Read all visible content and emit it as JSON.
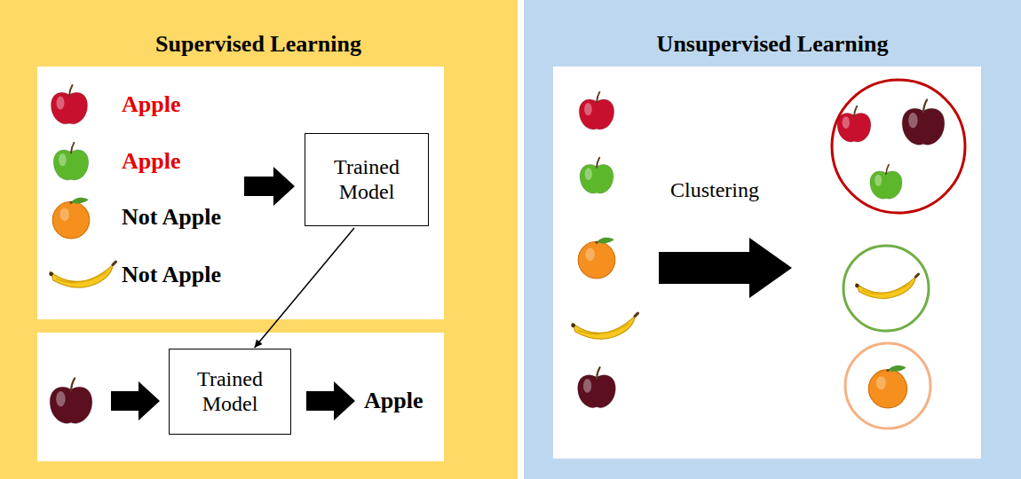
{
  "diagram": {
    "nodes": [
      {
        "text": [
          "Supervised Learning"
        ]
      },
      {
        "text": [
          "Apple",
          "Apple",
          "Not Apple",
          "Not Apple"
        ],
        "in": 0
      },
      {
        "text": [
          "Trained Model"
        ],
        "in": 1
      },
      {
        "text": [
          "Apple"
        ],
        "in": 0
      },
      {
        "text": [
          "Trained Model"
        ],
        "in": 3
      },
      {
        "text": [
          "Unsupervised Learning"
        ]
      },
      {
        "text": [
          "Clustering"
        ],
        "in": 5
      }
    ],
    "edges": [
      {
        "from": 2,
        "to": 4,
        "arrow": "to"
      }
    ]
  }
}
